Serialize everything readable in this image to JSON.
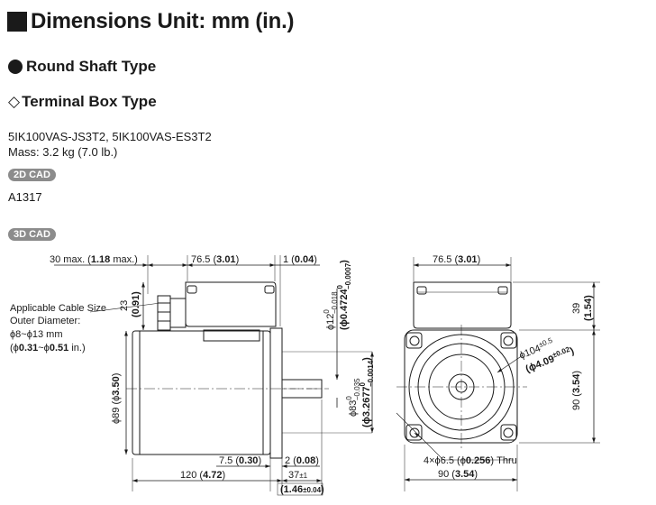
{
  "header": {
    "title": "Dimensions Unit: mm (in.)"
  },
  "sections": {
    "round_shaft": "Round Shaft Type",
    "terminal_box": "Terminal Box Type"
  },
  "product": {
    "models": "5IK100VAS-JS3T2, 5IK100VAS-ES3T2",
    "mass": "Mass: 3.2 kg (7.0 lb.)"
  },
  "cad": {
    "badge_2d": "2D CAD",
    "code": "A1317",
    "badge_3d": "3D CAD"
  },
  "side_view": {
    "dim_30": {
      "mm": "30 max. (",
      "in": "1.18",
      "tail": " max.)"
    },
    "dim_76_5": {
      "mm": "76.5 (",
      "in": "3.01",
      "tail": ")"
    },
    "dim_1": {
      "mm": "1 (",
      "in": "0.04",
      "tail": ")"
    },
    "dim_23": {
      "mm": "23",
      "in": "(0.91)"
    },
    "cable": {
      "line1": "Applicable Cable Size",
      "line2": "Outer Diameter:",
      "line3": "ϕ8~ϕ13 mm",
      "line4a": "(ϕ",
      "line4b": "0.31",
      "line4c": "~ϕ",
      "line4d": "0.51",
      "line4e": " in.)"
    },
    "dim_phi12": {
      "mm": "ϕ12",
      "tol_top": "0",
      "tol_bot": "−0.018"
    },
    "dim_phi_in_shaft": {
      "in": "(ϕ0.4724",
      "tol_top": "0",
      "tol_bot": "−0.0007",
      "close": ")"
    },
    "dim_phi89": {
      "mm": "ϕ89 (ϕ",
      "in": "3.50",
      "tail": ")"
    },
    "dim_phi83": {
      "mm": "ϕ83",
      "tol_top": "0",
      "tol_bot": "−0.035"
    },
    "dim_phi_in_pilot": {
      "in": "(ϕ3.2677",
      "tol_top": "0",
      "tol_bot": "−0.0014",
      "close": ")"
    },
    "dim_7_5": {
      "mm": "7.5 (",
      "in": "0.30",
      "tail": ")"
    },
    "dim_2": {
      "mm": "2 (",
      "in": "0.08",
      "tail": ")"
    },
    "dim_120": {
      "mm": "120 (",
      "in": "4.72",
      "tail": ")"
    },
    "dim_37": {
      "mm": "37",
      "tol": "±1"
    },
    "dim_37_in": {
      "in": "(1.46",
      "tol": "±0.04",
      "close": ")"
    }
  },
  "front_view": {
    "dim_76_5": {
      "mm": "76.5 (",
      "in": "3.01",
      "tail": ")"
    },
    "dim_39": {
      "mm": "39",
      "in": "(1.54)"
    },
    "dim_90_v": {
      "mm": "90 (",
      "in": "3.54",
      "tail": ")"
    },
    "dim_90_h": {
      "mm": "90 (",
      "in": "3.54",
      "tail": ")"
    },
    "dim_phi104": {
      "mm": "ϕ104",
      "tol": "±0.5"
    },
    "dim_phi104_in": {
      "in": "(ϕ4.09",
      "tol": "±0.02",
      "close": ")"
    },
    "holes": {
      "mm": "4×ϕ6.5 (ϕ",
      "in": "0.256",
      "tail": ") Thru"
    }
  }
}
